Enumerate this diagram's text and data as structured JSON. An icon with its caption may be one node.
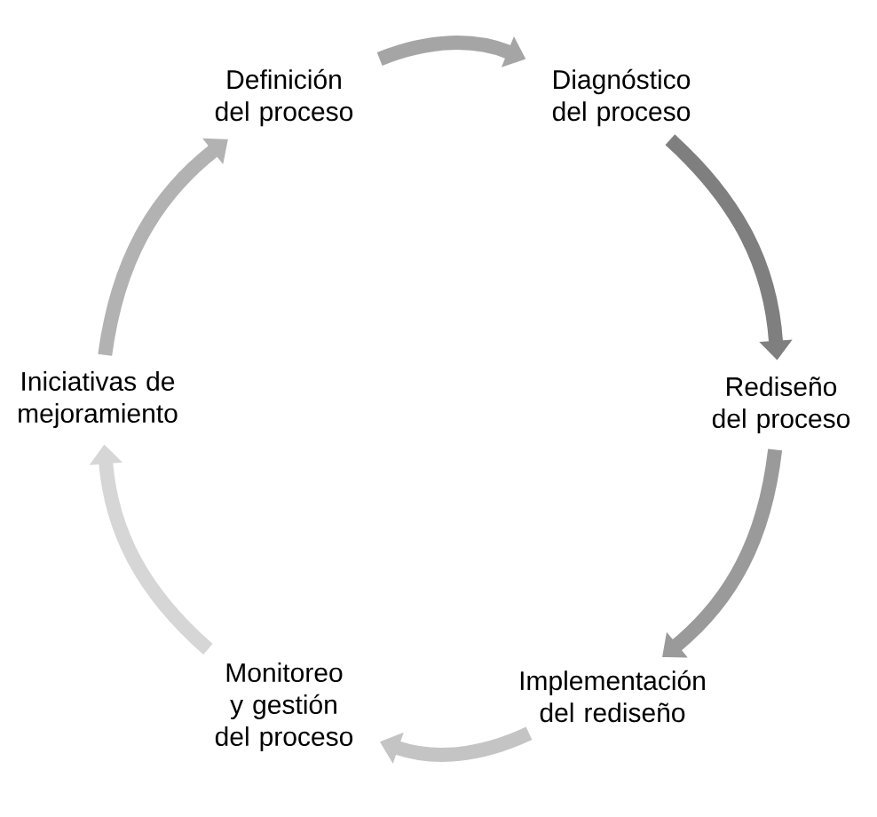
{
  "diagram": {
    "nodes": [
      {
        "text": [
          "Definición del proceso"
        ]
      },
      {
        "text": [
          "Diagnóstico del proceso"
        ]
      },
      {
        "text": [
          "Rediseño del proceso"
        ]
      },
      {
        "text": [
          "Implementación del rediseño"
        ]
      },
      {
        "text": [
          "Monitoreo y gestión del proceso"
        ]
      },
      {
        "text": [
          "Iniciativas de mejoramiento"
        ]
      }
    ],
    "edges": [
      {
        "from": 0,
        "to": 1,
        "arrow": "to",
        "color": "#a5a5a5"
      },
      {
        "from": 1,
        "to": 2,
        "arrow": "to",
        "color": "#7f7f7f"
      },
      {
        "from": 2,
        "to": 3,
        "arrow": "to",
        "color": "#9a9a9a"
      },
      {
        "from": 3,
        "to": 4,
        "arrow": "to",
        "color": "#c4c4c4"
      },
      {
        "from": 4,
        "to": 5,
        "arrow": "to",
        "color": "#d6d6d6"
      },
      {
        "from": 5,
        "to": 0,
        "arrow": "to",
        "color": "#b2b2b2"
      }
    ]
  }
}
